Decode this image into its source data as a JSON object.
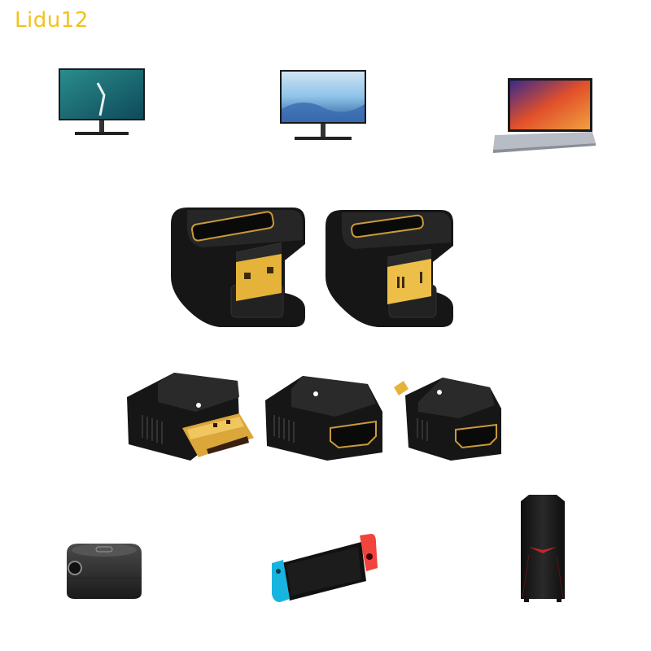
{
  "watermark": {
    "text": "Lidu12",
    "color": "#f2c21c"
  },
  "devices_top": [
    {
      "name": "monitor-1",
      "screen_colors": [
        "#2a8c8c",
        "#0e4a5a"
      ]
    },
    {
      "name": "monitor-2",
      "screen_colors": [
        "#8ec2e8",
        "#2a5fa0"
      ]
    },
    {
      "name": "laptop",
      "screen_colors": [
        "#e2502a",
        "#3a2a8c"
      ]
    }
  ],
  "adapters_u_shape": [
    {
      "name": "mini-hdmi-u-adapter-left"
    },
    {
      "name": "mini-hdmi-u-adapter-right"
    }
  ],
  "adapters_straight": [
    {
      "name": "hdmi-male-adapter"
    },
    {
      "name": "hdmi-female-adapter"
    },
    {
      "name": "micro-hdmi-adapter"
    }
  ],
  "devices_bottom": [
    {
      "name": "projector"
    },
    {
      "name": "game-console",
      "joycon_colors": [
        "#18b4e0",
        "#f0443c"
      ]
    },
    {
      "name": "pc-tower",
      "accent": "#c0282a"
    }
  ]
}
